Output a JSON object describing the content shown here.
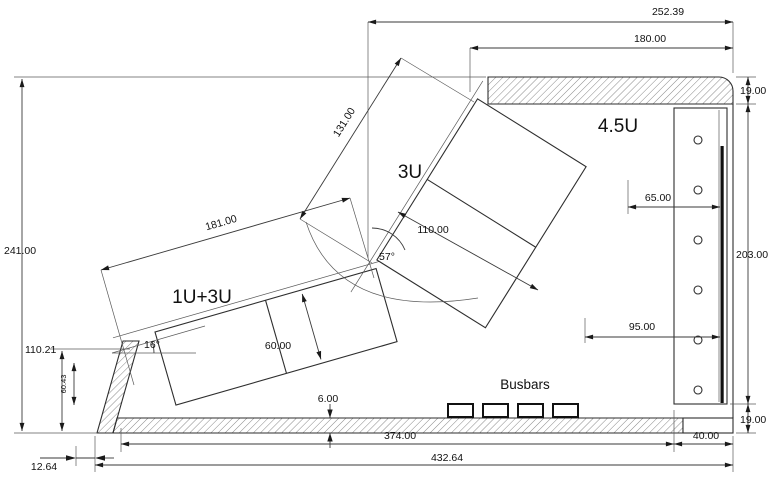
{
  "drawing": {
    "units": {
      "u1": "1U+3U",
      "u2": "3U",
      "u3": "4.5U",
      "busbars": "Busbars"
    },
    "dims": {
      "top_overall": "252.39",
      "top_inner": "180.00",
      "height_overall": "241.00",
      "height_lower": "110.21",
      "height_small": "60.43",
      "offset_bottom_left": "12.64",
      "bottom_inner": "374.00",
      "bottom_overall": "432.64",
      "thickness": "6.00",
      "right_top": "19.00",
      "right_height": "203.00",
      "right_bottom": "19.00",
      "right_width": "40.00",
      "gap_65": "65.00",
      "gap_95": "95.00",
      "len_131": "131.00",
      "len_181": "181.00",
      "width_110": "110.00",
      "width_60": "60.00",
      "angle_main": "57°",
      "angle_tilt": "16°"
    }
  }
}
